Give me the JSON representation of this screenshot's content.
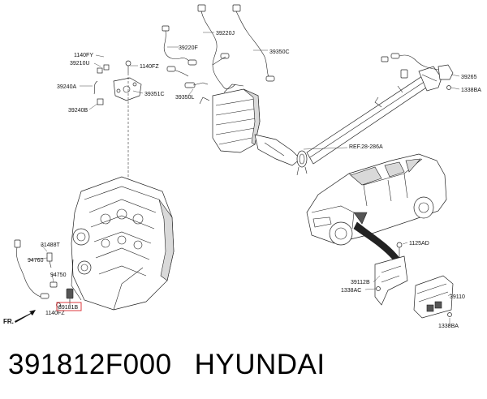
{
  "diagram": {
    "callouts": {
      "c39220J": "39220J",
      "c39220F": "39220F",
      "c39350C": "39350C",
      "c1140FY": "1140FY",
      "c39210U": "39210U",
      "c1140FZ_top": "1140FZ",
      "c39240A": "39240A",
      "c39351C": "39351C",
      "c39350L": "39350L",
      "c39240B": "39240B",
      "c39265": "39265",
      "c1338BA_top": "1338BA",
      "ref": "REF.28-286A",
      "c1125AD": "1125AD",
      "c39112B": "39112B",
      "c1338AC": "1338AC",
      "c39110": "39110",
      "c1338BA_bottom": "1338BA",
      "c31488T": "31488T",
      "c94760": "94760",
      "c94750": "94750",
      "c39181B": "39181B",
      "c1140FZ_bottom": "1140FZ",
      "front": "FR."
    },
    "highlight_color": "#d9242a"
  },
  "caption": {
    "part_number": "391812F000",
    "brand": "HYUNDAI"
  }
}
